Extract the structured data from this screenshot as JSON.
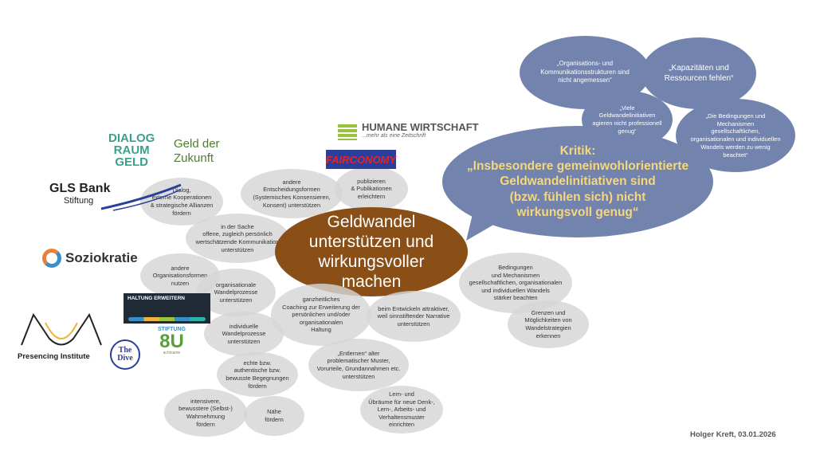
{
  "center": "Geldwandel\nunterstützen und\nwirkungsvoller\nmachen",
  "kritik": "Kritik:\n„Insbesondere gemeinwohlorientierte\nGeldwandelinitiativen sind\n(bzw. fühlen sich) nicht\nwirkungsvoll genug“",
  "critiques": [
    "„Organisations- und\nKommunikationsstrukturen sind\nnicht angemessen“",
    "„Kapazitäten und\nRessourcen fehlen“",
    "„Viele\nGeldwandelinitiativen\nagieren nicht professionell\ngenug“",
    "„Die Bedingungen und\nMechanismen\ngesellschaftlichen,\norganisationalen und individuellen\nWandels werden zu wenig\nbeachtet“"
  ],
  "measures": [
    "Dialog,\nexterne Kooperationen\n& strategische Allianzen\nfördern",
    "andere\nEntscheidungsformen\n(Systemisches Konsensieren,\nKonsent) unterstützen",
    "publizieren\n& Publikationen\nerleichtern",
    "in der Sache\noffene, zugleich persönlich\nwertschätzende Kommunikation\nunterstützen",
    "andere\nOrganisationsformen\nnutzen",
    "organisationale\nWandelprozesse\nunterstützen",
    "ganzheitliches\nCoaching zur Erweiterung der\npersönlichen und/oder\norganisationalen\nHaltung",
    "beim Entwickeln attraktiver,\nweil sinnstiftender Narrative\nunterstützen",
    "Bedingungen\nund Mechanismen\ngesellschaftlichen, organisationalen\nund individuellen Wandels\nstärker beachten",
    "Grenzen und\nMöglichkeiten von\nWandelstrategien\nerkennen",
    "individuelle\nWandelprozesse\nunterstützen",
    "„Entlernen“ alter\nproblematischer Muster,\nVorurteile, Grundannahmen etc.\nunterstützen",
    "echte bzw.\nauthentische bzw.\nbewusste Begegnungen\nfördern",
    "intensivere,\nbewusstere (Selbst-)\nWahrnehmung\nfördern",
    "Nähe\nfördern",
    "Lern- und\nÜbräume für neue Denk-,\nLern-, Arbeits- und\nVerhaltensmuster\neinrichten"
  ],
  "logos": {
    "dialog": "DIALOG\nRAUM\nGELD",
    "gdz": "Geld der\nZukunft",
    "humane": "HUMANE WIRTSCHAFT",
    "humane_sub": "...mehr als eine Zeitschrift",
    "fairconomy": "FAIRCONOMY",
    "gls": "GLS Bank",
    "gls_sub": "Stiftung",
    "sozio": "Soziokratie",
    "haltung": "HALTUNG ERWEITERN",
    "presencing": "Presencing Institute",
    "dive": "The\nDive",
    "stiftung": "STIFTUNG",
    "eightu": "8U",
    "achtsame": "achtsame"
  },
  "footer": "Holger Kreft, 03.01.2026",
  "colors": {
    "center": "#8a4f16",
    "blue": "#7283ad",
    "gray": "#d6d6d6",
    "kritik_text": "#f5d77c"
  }
}
